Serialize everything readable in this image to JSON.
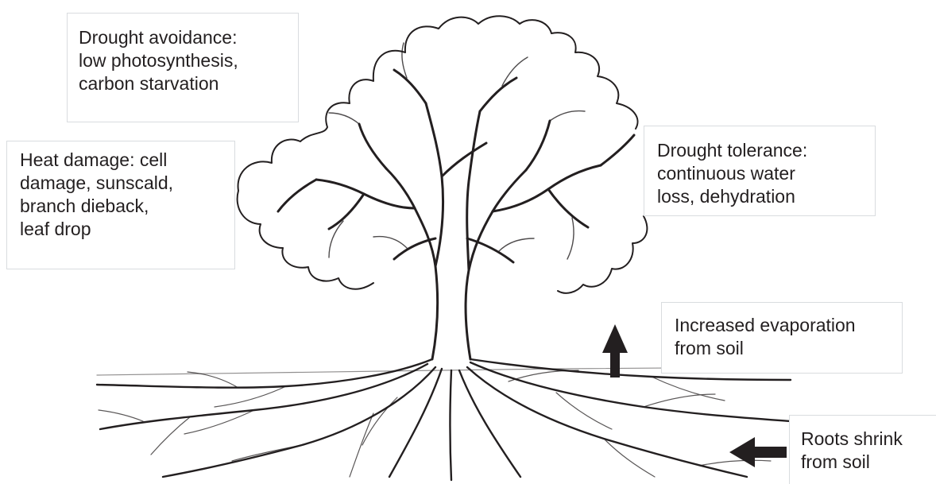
{
  "colors": {
    "ink": "#231f20",
    "box_border": "#d9dcdf",
    "background": "#ffffff"
  },
  "labels": {
    "drought_avoidance": [
      "Drought avoidance:",
      "low photosynthesis,",
      "carbon starvation"
    ],
    "heat_damage": [
      "Heat damage: cell",
      "damage, sunscald,",
      "branch dieback,",
      "leaf drop"
    ],
    "drought_tolerance": [
      "Drought tolerance:",
      "continuous water",
      "loss, dehydration"
    ],
    "evaporation": [
      "Increased evaporation",
      "from soil"
    ],
    "roots_shrink": [
      "Roots shrink",
      "from soil"
    ]
  },
  "icons": {
    "evaporation_arrow": "arrow-up-icon",
    "roots_arrow": "arrow-left-icon",
    "tree": "oak-tree-illustration"
  }
}
